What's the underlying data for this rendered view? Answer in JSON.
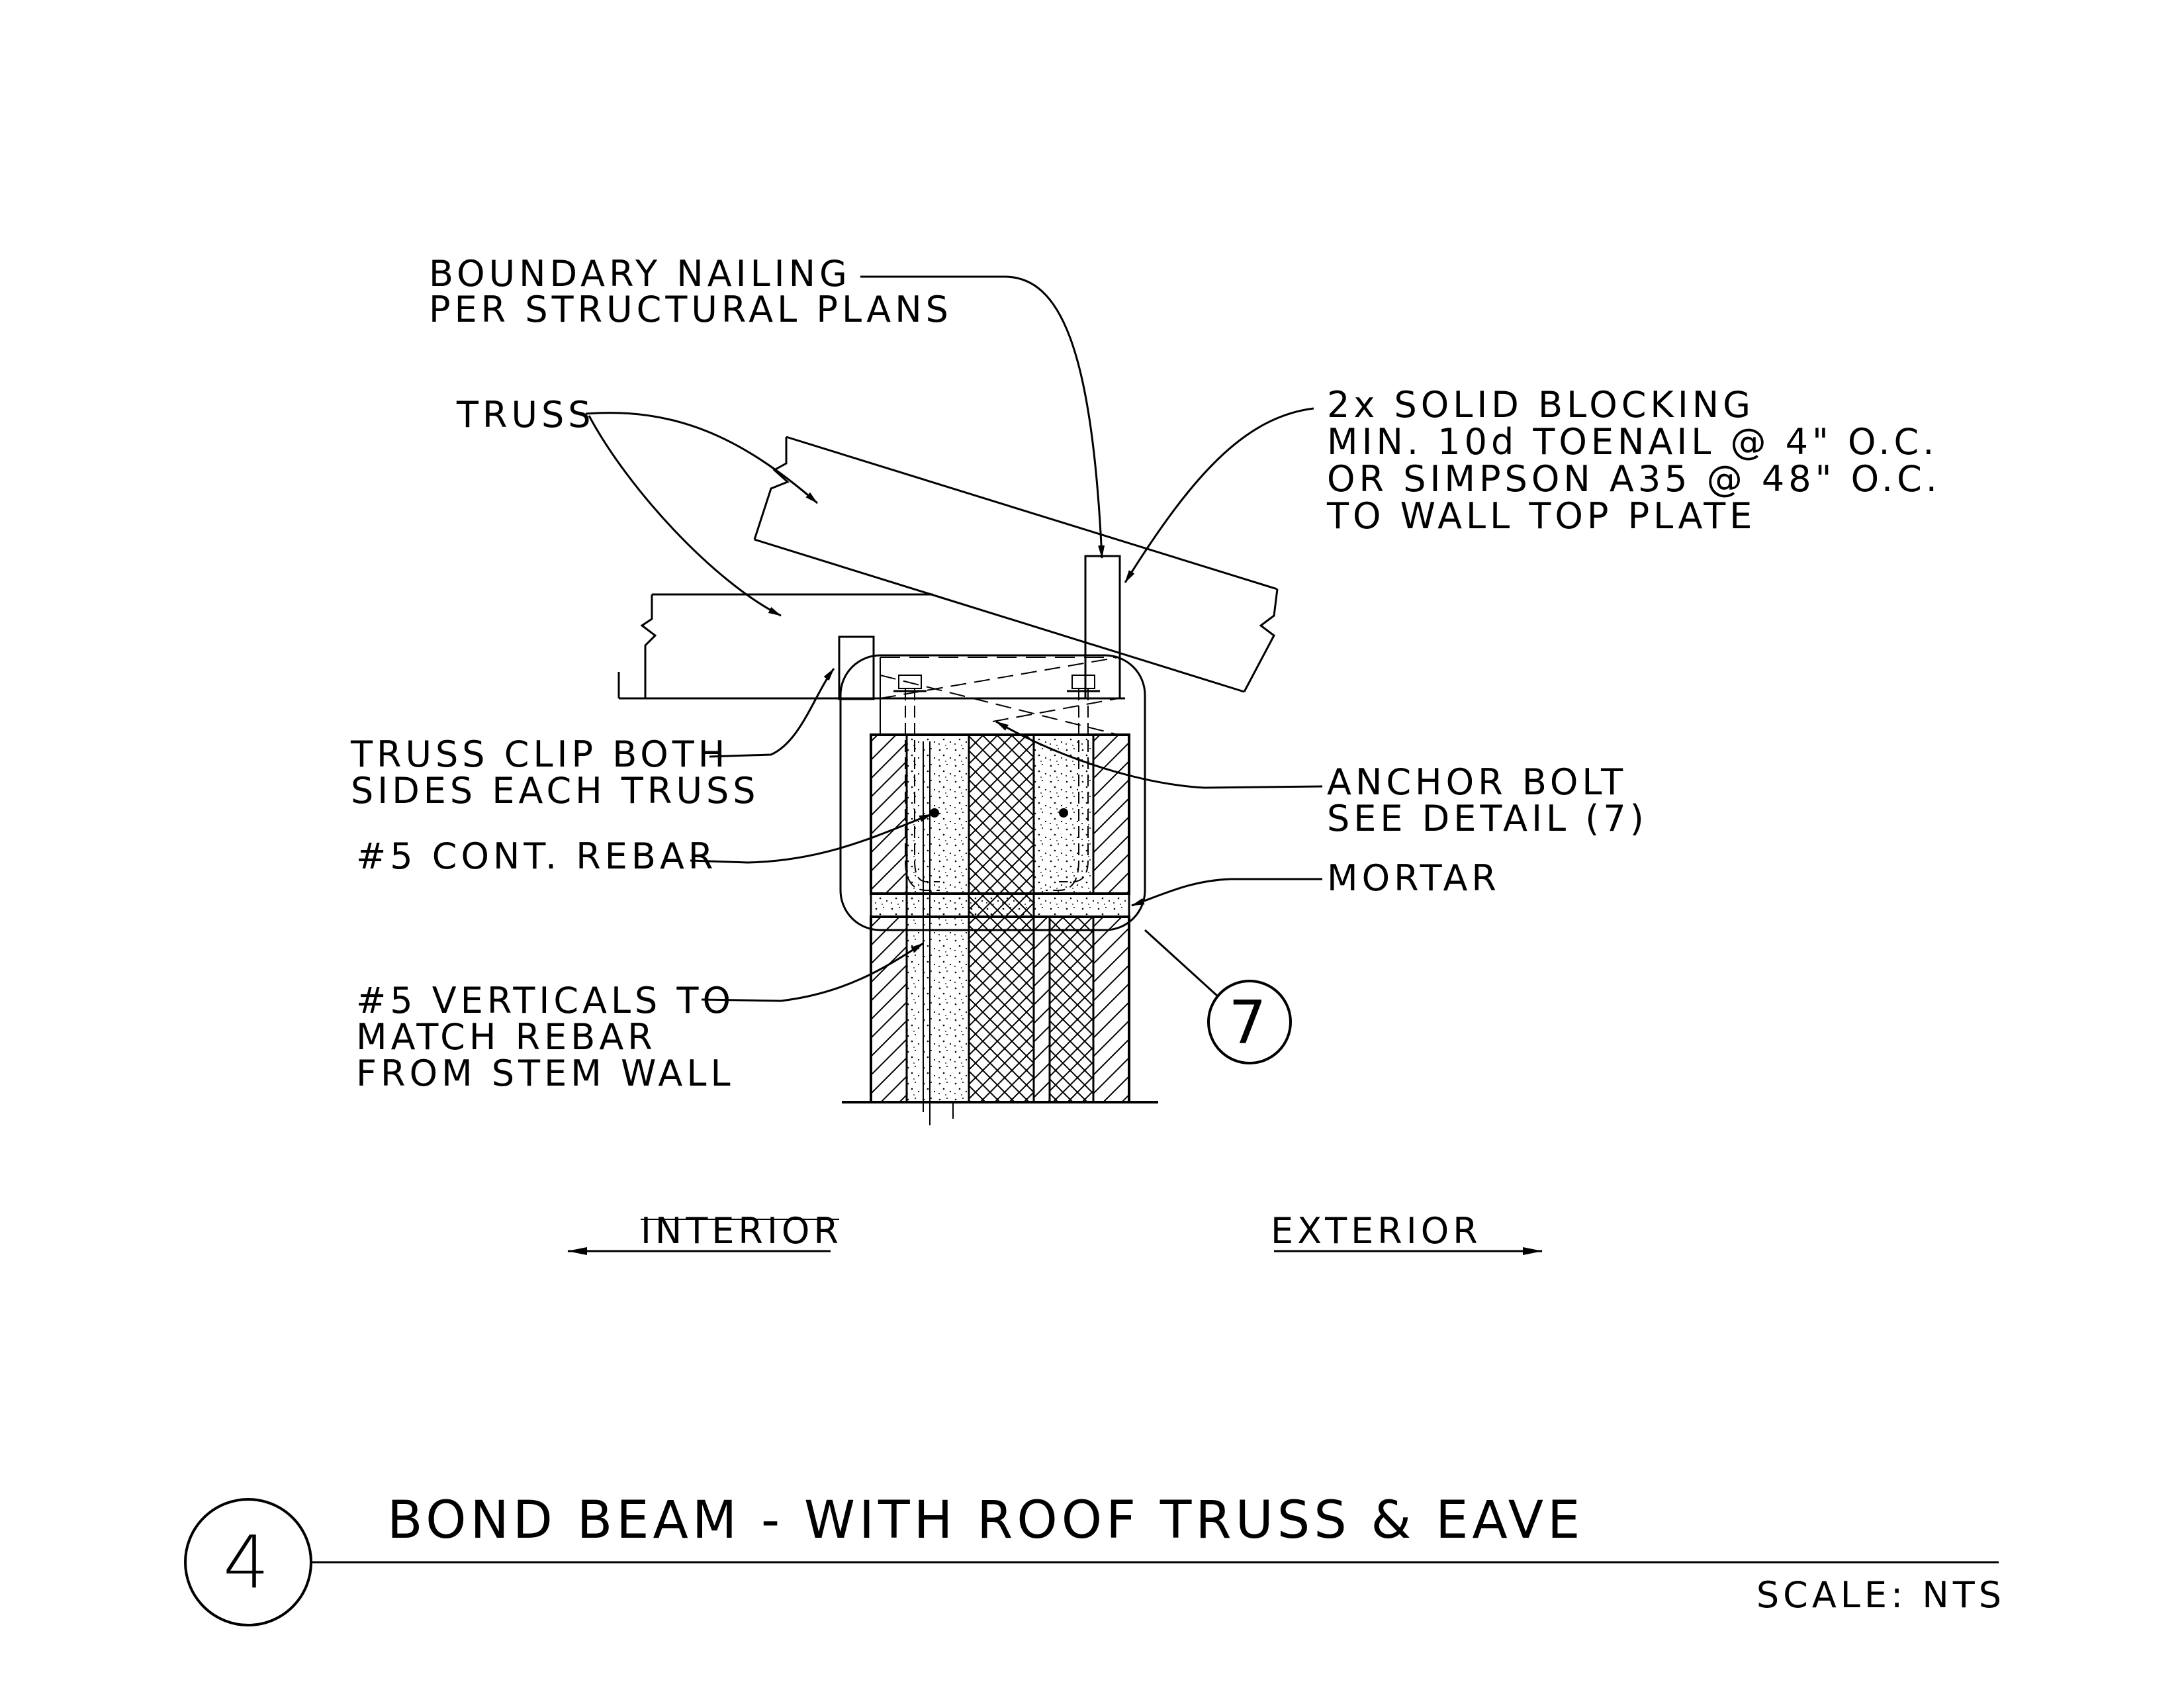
{
  "labels": {
    "boundary_nailing": [
      "BOUNDARY NAILING",
      "PER STRUCTURAL PLANS"
    ],
    "truss": "TRUSS",
    "solid_blocking": [
      "2x SOLID BLOCKING",
      "MIN. 10d TOENAIL @ 4\" O.C.",
      "OR SIMPSON A35 @ 48\" O.C.",
      "TO WALL TOP PLATE"
    ],
    "truss_clip": [
      "TRUSS CLIP BOTH",
      "SIDES EACH TRUSS"
    ],
    "cont_rebar": "#5 CONT. REBAR",
    "verticals": [
      "#5 VERTICALS TO",
      "MATCH REBAR",
      "FROM STEM WALL"
    ],
    "anchor_bolt": [
      "ANCHOR BOLT",
      "SEE DETAIL (7)"
    ],
    "mortar": "MORTAR",
    "interior": "INTERIOR",
    "exterior": "EXTERIOR"
  },
  "detail_tag": "7",
  "title_block": {
    "number": "4",
    "title": "BOND BEAM - WITH ROOF TRUSS & EAVE",
    "scale": "SCALE: NTS"
  }
}
